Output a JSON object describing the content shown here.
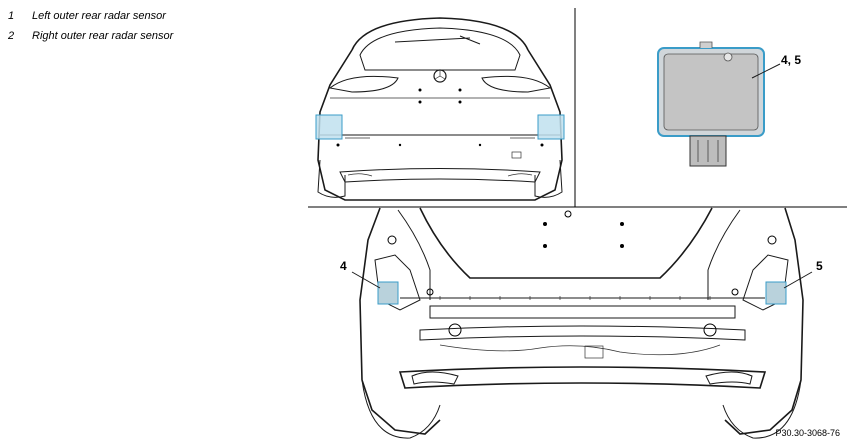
{
  "legend": {
    "items": [
      {
        "number": "1",
        "label": "Left outer rear radar sensor"
      },
      {
        "number": "2",
        "label": "Right outer rear radar sensor"
      }
    ]
  },
  "callouts": {
    "sensor_module": "4, 5",
    "left_sensor": "4",
    "right_sensor": "5"
  },
  "reference_code": "P30.30-3068-76",
  "colors": {
    "highlight_fill": "#bfe0ee",
    "highlight_stroke": "#3a9cc8",
    "sensor_body": "#c8c8c8",
    "line": "#1a1a1a"
  }
}
